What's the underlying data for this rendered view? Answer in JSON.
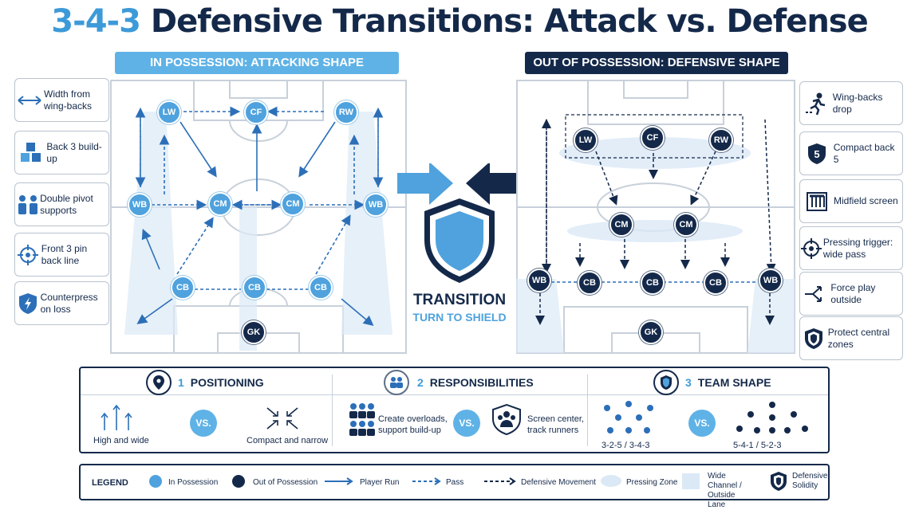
{
  "title": {
    "part1": "3-4-3",
    "part2": "Defensive Transitions: Attack vs. Defense"
  },
  "banners": {
    "left": "IN POSSESSION: ATTACKING SHAPE",
    "right": "OUT OF POSSESSION: DEFENSIVE SHAPE"
  },
  "left_cards": [
    {
      "icon": "double-arrow-icon",
      "text": "Width from wing-backs"
    },
    {
      "icon": "cubes-icon",
      "text": "Back 3 build-up"
    },
    {
      "icon": "two-people-icon",
      "text": "Double pivot supports"
    },
    {
      "icon": "crosshair-icon",
      "text": "Front 3 pin back line"
    },
    {
      "icon": "lightning-shield-icon",
      "text": "Counterpress on loss"
    }
  ],
  "right_cards": [
    {
      "icon": "running-person-icon",
      "text": "Wing-backs drop"
    },
    {
      "icon": "five-shield-icon",
      "text": "Compact back 5"
    },
    {
      "icon": "grid-screen-icon",
      "text": "Midfield screen"
    },
    {
      "icon": "crosshair-icon",
      "text": "Pressing trigger: wide pass"
    },
    {
      "icon": "fork-arrow-icon",
      "text": "Force play outside"
    },
    {
      "icon": "shield-icon",
      "text": "Protect central zones"
    }
  ],
  "players_in": {
    "lw": "LW",
    "cf": "CF",
    "rw": "RW",
    "wbl": "WB",
    "cm1": "CM",
    "cm2": "CM",
    "wbr": "WB",
    "cb1": "CB",
    "cb2": "CB",
    "cb3": "CB",
    "gk": "GK"
  },
  "players_out": {
    "lw": "LW",
    "cf": "CF",
    "rw": "RW",
    "cm1": "CM",
    "cm2": "CM",
    "wbl": "WB",
    "cb1": "CB",
    "cb2": "CB",
    "cb3": "CB",
    "wbr": "WB",
    "gk": "GK"
  },
  "transition": {
    "title": "TRANSITION",
    "subtitle": "TURN TO SHIELD"
  },
  "sections": [
    {
      "num": "1",
      "title": "POSITIONING",
      "left": "High and wide",
      "vs": "VS.",
      "right": "Compact and narrow"
    },
    {
      "num": "2",
      "title": "RESPONSIBILITIES",
      "left": "Create overloads, support build-up",
      "vs": "VS.",
      "right": "Screen center, track runners"
    },
    {
      "num": "3",
      "title": "TEAM SHAPE",
      "left": "3-2-5 / 3-4-3",
      "vs": "VS.",
      "right": "5-4-1 / 5-2-3"
    }
  ],
  "legend": {
    "title": "LEGEND",
    "in_possession": "In Possession",
    "out_possession": "Out of Possession",
    "player_run": "Player Run",
    "pass": "Pass",
    "defensive_movement": "Defensive Movement",
    "pressing_zone": "Pressing Zone",
    "wide_channel": "Wide Channel / Outside Lane",
    "defensive_solidity": "Defensive Solidity"
  },
  "colors": {
    "light_blue": "#4fa2dd",
    "navy": "#14294a",
    "banner_blue": "#5fb2e6"
  }
}
